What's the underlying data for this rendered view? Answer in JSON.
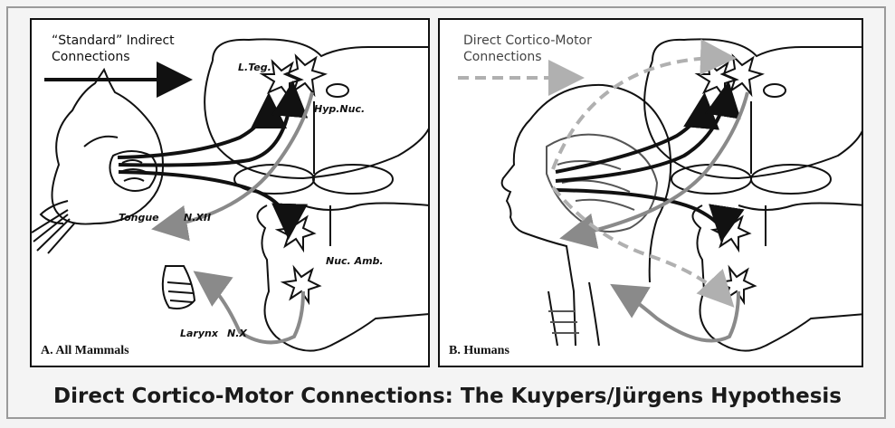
{
  "panels": {
    "a": {
      "legend": "“Standard” Indirect\nConnections",
      "label": "A. All Mammals",
      "labels": {
        "l_teg": "L.Teg.",
        "hyp_nuc": "Hyp.Nuc.",
        "tongue": "Tongue",
        "n_xii": "N.XII",
        "nuc_amb": "Nuc. Amb.",
        "larynx": "Larynx",
        "n_x": "N.X"
      }
    },
    "b": {
      "legend": "Direct Cortico-Motor\nConnections",
      "label": "B. Humans"
    }
  },
  "caption": "Direct Cortico-Motor Connections: The Kuypers/Jürgens Hypothesis",
  "colors": {
    "black_path": "#111111",
    "gray_path": "#8a8a8a",
    "dashed_path": "#b0b0b0"
  }
}
